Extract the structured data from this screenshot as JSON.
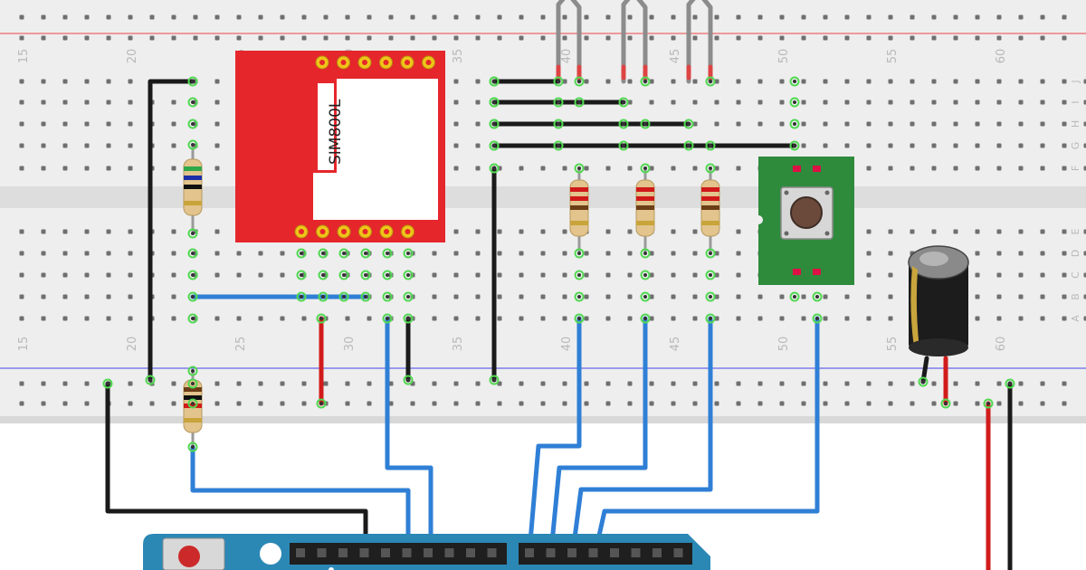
{
  "breadboard": {
    "column_numbers": [
      "15",
      "20",
      "25",
      "30",
      "35",
      "40",
      "45",
      "50",
      "55",
      "60"
    ],
    "row_letters_top": [
      "J",
      "I",
      "H",
      "G",
      "F"
    ],
    "row_letters_bottom": [
      "E",
      "D",
      "C",
      "B",
      "A"
    ]
  },
  "gsm_module": {
    "label": "SIM800L"
  },
  "colors": {
    "board": "#eeeeee",
    "module_red": "#e5262b",
    "button_board_green": "#2e8b3c",
    "arduino_blue": "#2b88b5",
    "wire_black": "#1a1a1a",
    "wire_blue": "#2f7fd6",
    "wire_red": "#d11b1b",
    "wire_gray": "#8c8c8c",
    "hole_highlight": "#52d852"
  }
}
